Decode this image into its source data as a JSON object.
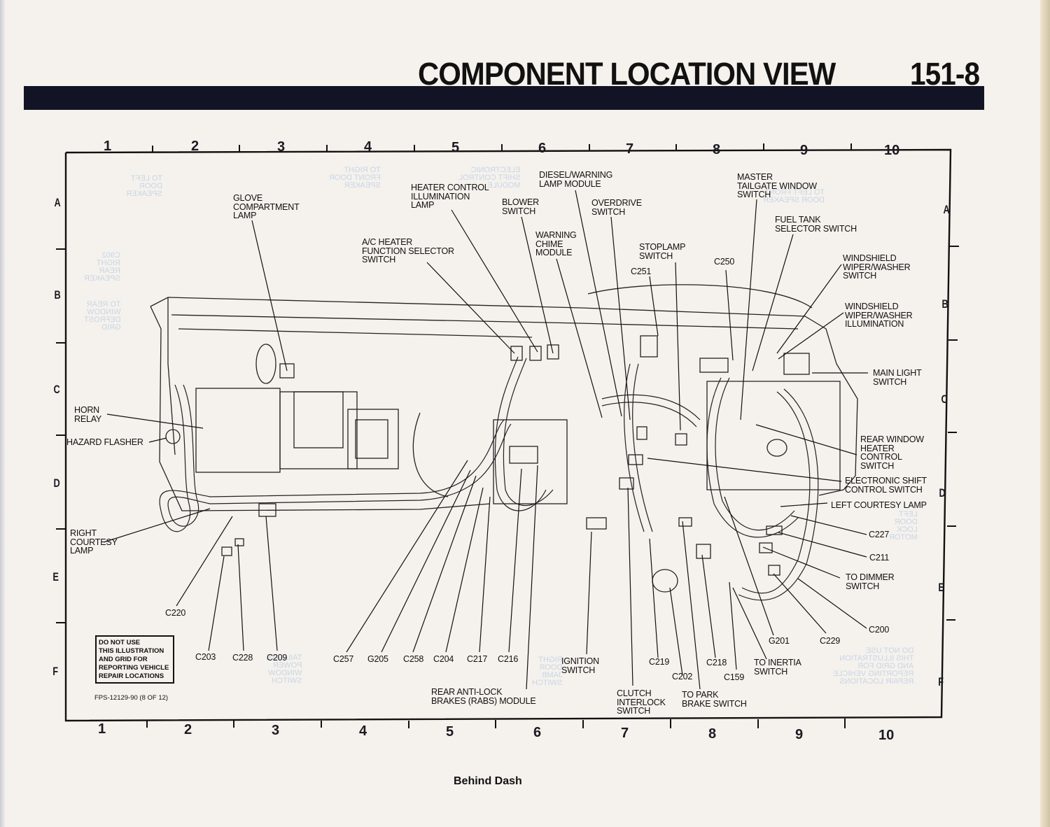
{
  "header": {
    "title": "COMPONENT LOCATION VIEW",
    "page_number": "151-8"
  },
  "grid": {
    "columns": [
      "1",
      "2",
      "3",
      "4",
      "5",
      "6",
      "7",
      "8",
      "9",
      "10"
    ],
    "rows": [
      "A",
      "B",
      "C",
      "D",
      "E",
      "F"
    ]
  },
  "callouts": [
    {
      "id": "glove-compartment-lamp",
      "text": "GLOVE\nCOMPARTMENT\nLAMP"
    },
    {
      "id": "heater-control-illumination-lamp",
      "text": "HEATER CONTROL\nILLUMINATION\nLAMP"
    },
    {
      "id": "ac-heater-function-selector-switch",
      "text": "A/C HEATER\nFUNCTION SELECTOR\nSWITCH"
    },
    {
      "id": "blower-switch",
      "text": "BLOWER\nSWITCH"
    },
    {
      "id": "diesel-warning-lamp-module",
      "text": "DIESEL/WARNING\nLAMP MODULE"
    },
    {
      "id": "overdrive-switch",
      "text": "OVERDRIVE\nSWITCH"
    },
    {
      "id": "warning-chime-module",
      "text": "WARNING\nCHIME\nMODULE"
    },
    {
      "id": "stoplamp-switch",
      "text": "STOPLAMP\nSWITCH"
    },
    {
      "id": "c251",
      "text": "C251"
    },
    {
      "id": "c250",
      "text": "C250"
    },
    {
      "id": "master-tailgate-window-switch",
      "text": "MASTER\nTAILGATE WINDOW\nSWITCH"
    },
    {
      "id": "fuel-tank-selector-switch",
      "text": "FUEL TANK\nSELECTOR SWITCH"
    },
    {
      "id": "windshield-wiper-washer-switch",
      "text": "WINDSHIELD\nWIPER/WASHER\nSWITCH"
    },
    {
      "id": "windshield-wiper-washer-illumination",
      "text": "WINDSHIELD\nWIPER/WASHER\nILLUMINATION"
    },
    {
      "id": "main-light-switch",
      "text": "MAIN LIGHT\nSWITCH"
    },
    {
      "id": "rear-window-heater-control-switch",
      "text": "REAR WINDOW\nHEATER\nCONTROL\nSWITCH"
    },
    {
      "id": "electronic-shift-control-switch",
      "text": "ELECTRONIC SHIFT\nCONTROL SWITCH"
    },
    {
      "id": "left-courtesy-lamp",
      "text": "LEFT COURTESY LAMP"
    },
    {
      "id": "c227",
      "text": "C227"
    },
    {
      "id": "c211",
      "text": "C211"
    },
    {
      "id": "to-dimmer-switch",
      "text": "TO DIMMER\nSWITCH"
    },
    {
      "id": "c200",
      "text": "C200"
    },
    {
      "id": "c229",
      "text": "C229"
    },
    {
      "id": "g201",
      "text": "G201"
    },
    {
      "id": "to-inertia-switch",
      "text": "TO INERTIA\nSWITCH"
    },
    {
      "id": "c159",
      "text": "C159"
    },
    {
      "id": "c218",
      "text": "C218"
    },
    {
      "id": "to-park-brake-switch",
      "text": "TO PARK\nBRAKE SWITCH"
    },
    {
      "id": "c202",
      "text": "C202"
    },
    {
      "id": "c219",
      "text": "C219"
    },
    {
      "id": "clutch-interlock-switch",
      "text": "CLUTCH\nINTERLOCK\nSWITCH"
    },
    {
      "id": "ignition-switch",
      "text": "IGNITION\nSWITCH"
    },
    {
      "id": "rear-anti-lock-brakes-module",
      "text": "REAR ANTI-LOCK\nBRAKES (RABS) MODULE"
    },
    {
      "id": "c216",
      "text": "C216"
    },
    {
      "id": "c217",
      "text": "C217"
    },
    {
      "id": "c204",
      "text": "C204"
    },
    {
      "id": "c258",
      "text": "C258"
    },
    {
      "id": "g205",
      "text": "G205"
    },
    {
      "id": "c257",
      "text": "C257"
    },
    {
      "id": "c209",
      "text": "C209"
    },
    {
      "id": "c228",
      "text": "C228"
    },
    {
      "id": "c203",
      "text": "C203"
    },
    {
      "id": "c220",
      "text": "C220"
    },
    {
      "id": "right-courtesy-lamp",
      "text": "RIGHT\nCOURTESY\nLAMP"
    },
    {
      "id": "hazard-flasher",
      "text": "HAZARD FLASHER"
    },
    {
      "id": "horn-relay",
      "text": "HORN\nRELAY"
    }
  ],
  "notice": "DO NOT USE\nTHIS ILLUSTRATION\nAND GRID FOR\nREPORTING VEHICLE\nREPAIR LOCATIONS",
  "figure_code": "FPS-12129-90 (8 OF 12)",
  "caption": "Behind Dash",
  "colors": {
    "paper": "#f5f1ec",
    "ink": "#111111",
    "title_bar": "#121425",
    "bleed_through": "#bcd0e6"
  }
}
